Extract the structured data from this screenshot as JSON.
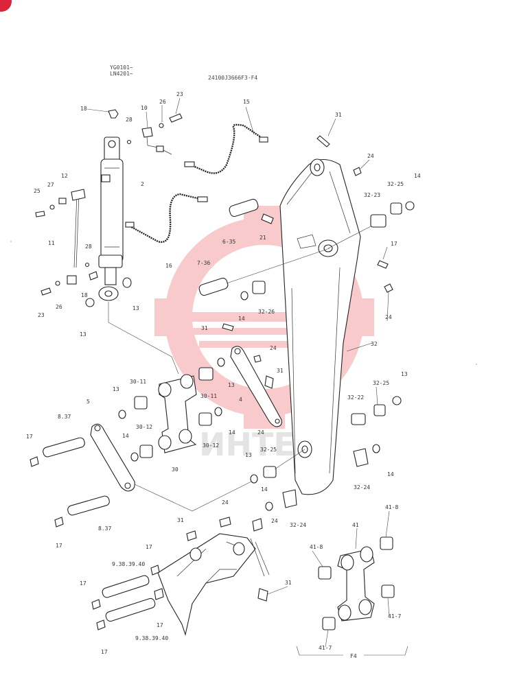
{
  "header": {
    "serial_line_1": "YG0101~",
    "serial_line_2": "LN4201~",
    "drawing_number": "24100J3666F3·F4"
  },
  "watermark": {
    "text": "ИНТЕХ",
    "color": "#e8434a"
  },
  "group_label": "F4",
  "callouts": [
    "18",
    "10",
    "26",
    "23",
    "15",
    "28",
    "2",
    "31",
    "12",
    "27",
    "25",
    "24",
    "14",
    "32-25",
    "32-23",
    "11",
    "6-35",
    "21",
    "17",
    "28",
    "16",
    "7-36",
    "18",
    "13",
    "23",
    "26",
    "13",
    "14",
    "32-26",
    "31",
    "24",
    "32",
    "30-11",
    "13",
    "30-11",
    "31",
    "24",
    "5",
    "13",
    "4",
    "32-25",
    "13",
    "8.37",
    "30-12",
    "14",
    "32-22",
    "17",
    "14",
    "30-12",
    "24",
    "32-25",
    "30",
    "13",
    "14",
    "14",
    "32-24",
    "24",
    "24",
    "31",
    "8.37",
    "17",
    "32-24",
    "41-8",
    "17",
    "41",
    "41-8",
    "9.38.39.40",
    "31",
    "17",
    "41-7",
    "17",
    "9.38.39.40",
    "41-7",
    "17"
  ]
}
